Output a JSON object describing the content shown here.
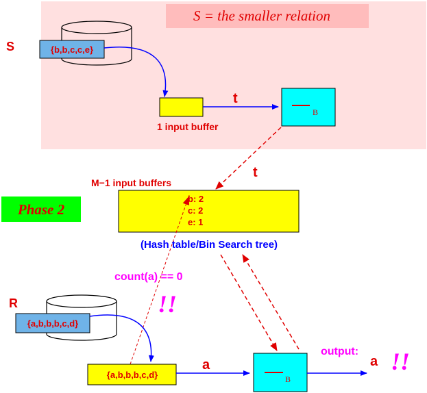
{
  "labels": {
    "relation_note": "S = the smaller relation",
    "s_label": "S",
    "r_label": "R",
    "phase": "Phase 2",
    "one_input_buffer": "1 input buffer",
    "m1_input_buffers": "M−1 input buffers",
    "hash_table_note": "(Hash table/Bin Search tree)",
    "tuple_t_top": "t",
    "tuple_t_mid": "t",
    "tuple_a": "a",
    "count_test": "count(a) == 0",
    "exclaim_left": "!!",
    "exclaim_right": "!!",
    "output_label": "output:",
    "output_tuple": "a",
    "buffer_sub_top": "B",
    "buffer_sub_bottom": "B"
  },
  "relation_s": {
    "tuples": "{b,b,c,c,e}"
  },
  "relation_r": {
    "tuples": "{a,b,b,b,c,d}",
    "buffer_tuples": "{a,b,b,b,c,d}"
  },
  "hash_table": {
    "entries": [
      "b: 2",
      "c: 2",
      "e: 1"
    ]
  },
  "colors": {
    "pink_panel": "#ffe0e0",
    "pink_title": "#ffbcbc",
    "yellow": "#ffff00",
    "cyan": "#00ffff",
    "blue_tuple": "#6fb3e8",
    "green": "#00ff00",
    "red": "#e00000",
    "blue": "#0000ff",
    "magenta": "#ff00ff"
  }
}
